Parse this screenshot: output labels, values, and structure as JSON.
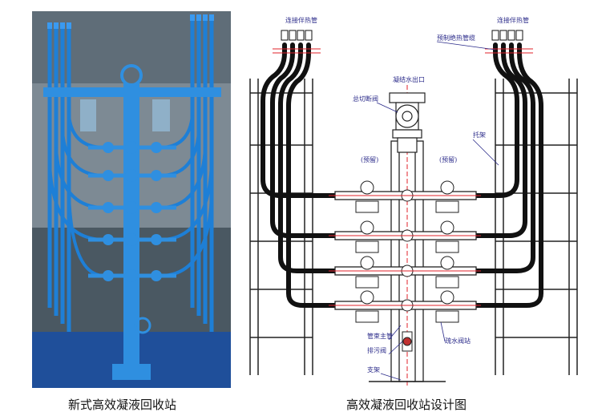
{
  "captions": {
    "left": "新式高效凝液回收站",
    "right": "高效凝液回收站设计图"
  },
  "drawing_labels": {
    "connect_left": "连接伴热管",
    "connect_right": "连接伴热管",
    "insulated_pipe": "预制绝热管缆",
    "outlet": "凝结水出口",
    "shutoff_valve": "总切断阀",
    "reserve_left": "(预留)",
    "reserve_right": "(预留)",
    "bracket": "托架",
    "header": "管束主管",
    "drain_valve": "排污阀",
    "trap_station": "疏水阀站",
    "support": "支架"
  },
  "colors": {
    "pipe_blue": "#1e7fd6",
    "pipe_black": "#111111",
    "label_blue": "#2b2b8a",
    "red_line": "#e0202a"
  }
}
